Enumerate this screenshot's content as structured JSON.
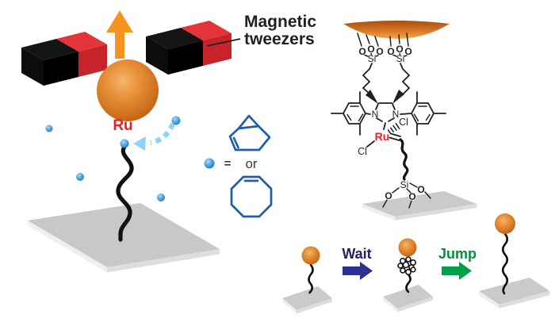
{
  "figure": {
    "title_annotation": {
      "line1": "Magnetic",
      "line2": "tweezers"
    },
    "left_scene": {
      "bead_label": "Ru"
    },
    "monomer_key": {
      "equals_sign": "=",
      "or_word": "or"
    },
    "catalyst_structure": {
      "silicon": "Si",
      "oxygen": "O",
      "nitrogen": "N",
      "ruthenium": "Ru",
      "chlorine": "Cl"
    },
    "sequence": {
      "wait_label": "Wait",
      "jump_label": "Jump"
    },
    "icons": {
      "force_arrow": "up-block-arrow",
      "diffusion_arrow": "dashed-curved-arrow",
      "wait_arrow": "right-block-arrow",
      "jump_arrow": "right-block-arrow",
      "magnet": "two-pole-bar-magnet",
      "monomer_dot": "blue-sphere",
      "monomer_structures": [
        "norbornene",
        "cyclooctene"
      ]
    },
    "colors": {
      "bead_orange": "#DD7E26",
      "force_arrow_orange": "#F7941E",
      "magnet_red": "#D7282E",
      "magnet_black": "#0C0C0C",
      "ru_red": "#ED1C24",
      "monomer_blue": "#2E86C8",
      "diffusion_arrow_blue": "#8FD4F6",
      "structure_blue": "#1F5FA8",
      "bond_black": "#231F20",
      "wait_navy": "#262262",
      "wait_arrow_blue": "#2E3192",
      "jump_green": "#00913F",
      "jump_arrow_green": "#00A14B",
      "platform_gray": "#C7C8CA"
    }
  }
}
